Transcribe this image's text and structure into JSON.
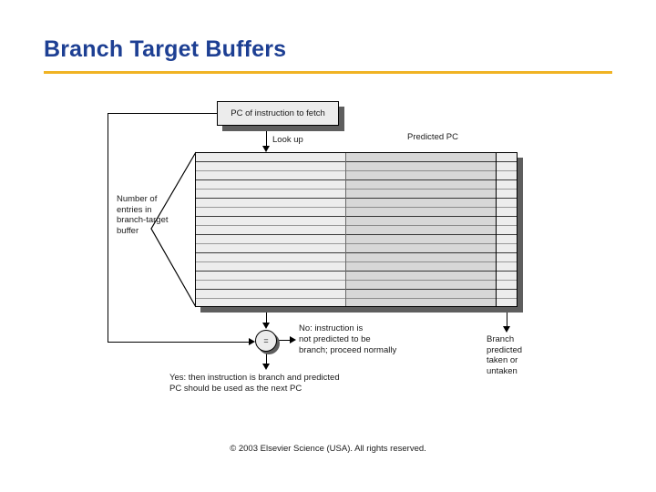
{
  "slide": {
    "title": "Branch Target Buffers",
    "accent_color": "#1d3f93",
    "rule_color": "#f0b323",
    "copyright": "© 2003 Elsevier Science (USA). All rights reserved."
  },
  "diagram": {
    "pc_box_label": "PC of instruction to fetch",
    "lookup_label": "Look up",
    "predicted_pc_label": "Predicted PC",
    "entries_label": "Number of entries in branch-target buffer",
    "comparator_symbol": "=",
    "no_line_1": "No:  instruction is",
    "no_line_2": "not predicted to be",
    "no_line_3": "branch; proceed normally",
    "yes_line_1": "Yes:  then instruction is branch and predicted",
    "yes_line_2": "PC should be used as the next PC",
    "branch_result_label": "Branch predicted taken or untaken",
    "table": {
      "row_count": 17,
      "columns": [
        {
          "name": "tag-column",
          "fill": "#ededed"
        },
        {
          "name": "predicted-pc-column",
          "fill": "#d8d8d8"
        },
        {
          "name": "branch-prediction-column",
          "fill": "#f2f2f2"
        }
      ]
    }
  }
}
